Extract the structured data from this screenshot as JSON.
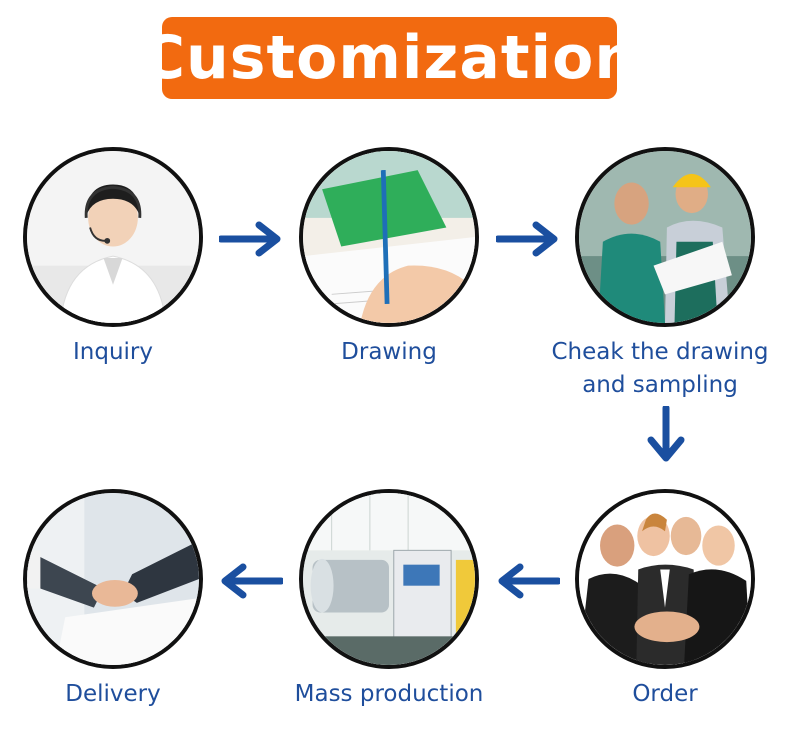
{
  "title": "Customization",
  "steps": [
    {
      "label": "Inquiry"
    },
    {
      "label": "Drawing"
    },
    {
      "label_line1": "Cheak the drawing",
      "label_line2": "and sampling"
    },
    {
      "label": "Order"
    },
    {
      "label": "Mass production"
    },
    {
      "label": "Delivery"
    }
  ],
  "colors": {
    "title_bg": "#f26a10",
    "label": "#1f4e9c",
    "arrow": "#1a4fa0"
  }
}
